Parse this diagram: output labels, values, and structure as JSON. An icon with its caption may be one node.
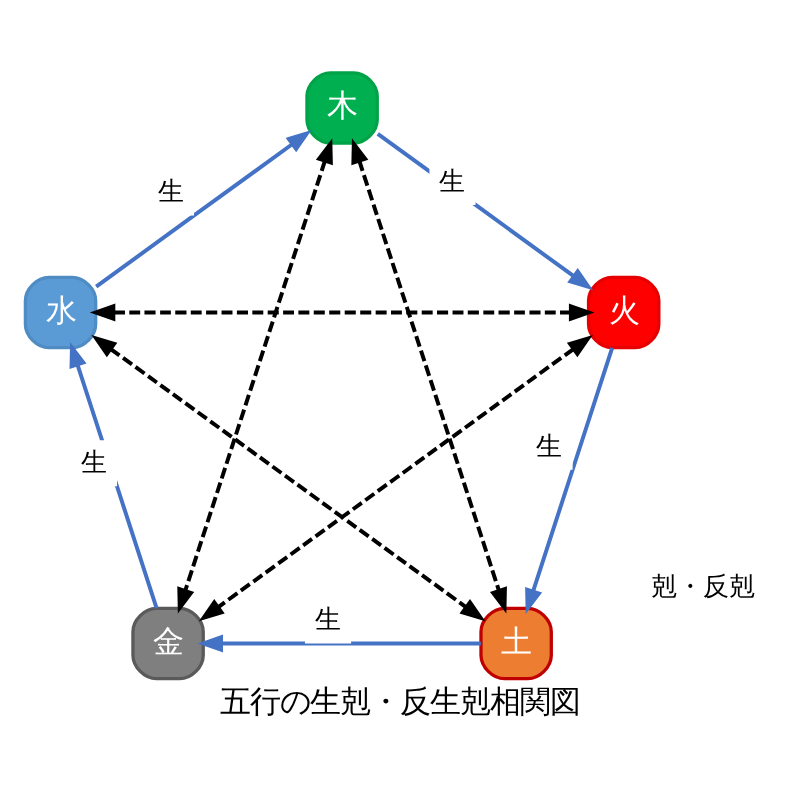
{
  "diagram": {
    "caption": "五行の生剋・反生剋相関図",
    "nodes": [
      {
        "text": [
          "木"
        ]
      },
      {
        "text": [
          "水"
        ]
      },
      {
        "text": [
          "火"
        ]
      },
      {
        "text": [
          "金"
        ]
      },
      {
        "text": [
          "土"
        ]
      }
    ],
    "edges": [
      {
        "from": 0,
        "to": 2,
        "arrow": "to",
        "label": "生",
        "color": "#4472c4"
      },
      {
        "from": 2,
        "to": 4,
        "arrow": "to",
        "label": "生",
        "color": "#4472c4"
      },
      {
        "from": 4,
        "to": 3,
        "arrow": "to",
        "label": "生",
        "color": "#4472c4"
      },
      {
        "from": 3,
        "to": 1,
        "arrow": "to",
        "label": "生",
        "color": "#4472c4"
      },
      {
        "from": 1,
        "to": 0,
        "arrow": "to",
        "label": "生",
        "color": "#4472c4"
      },
      {
        "from": 1,
        "to": 2,
        "arrow": "both",
        "style": "dashed",
        "color": "#000000"
      },
      {
        "from": 0,
        "to": 3,
        "arrow": "both",
        "style": "dashed",
        "color": "#000000"
      },
      {
        "from": 0,
        "to": 4,
        "arrow": "both",
        "style": "dashed",
        "color": "#000000"
      },
      {
        "from": 1,
        "to": 4,
        "arrow": "both",
        "style": "dashed",
        "color": "#000000"
      },
      {
        "from": 2,
        "to": 3,
        "arrow": "both",
        "style": "dashed",
        "color": "#000000"
      }
    ],
    "labels": [
      "剋・反剋"
    ]
  }
}
